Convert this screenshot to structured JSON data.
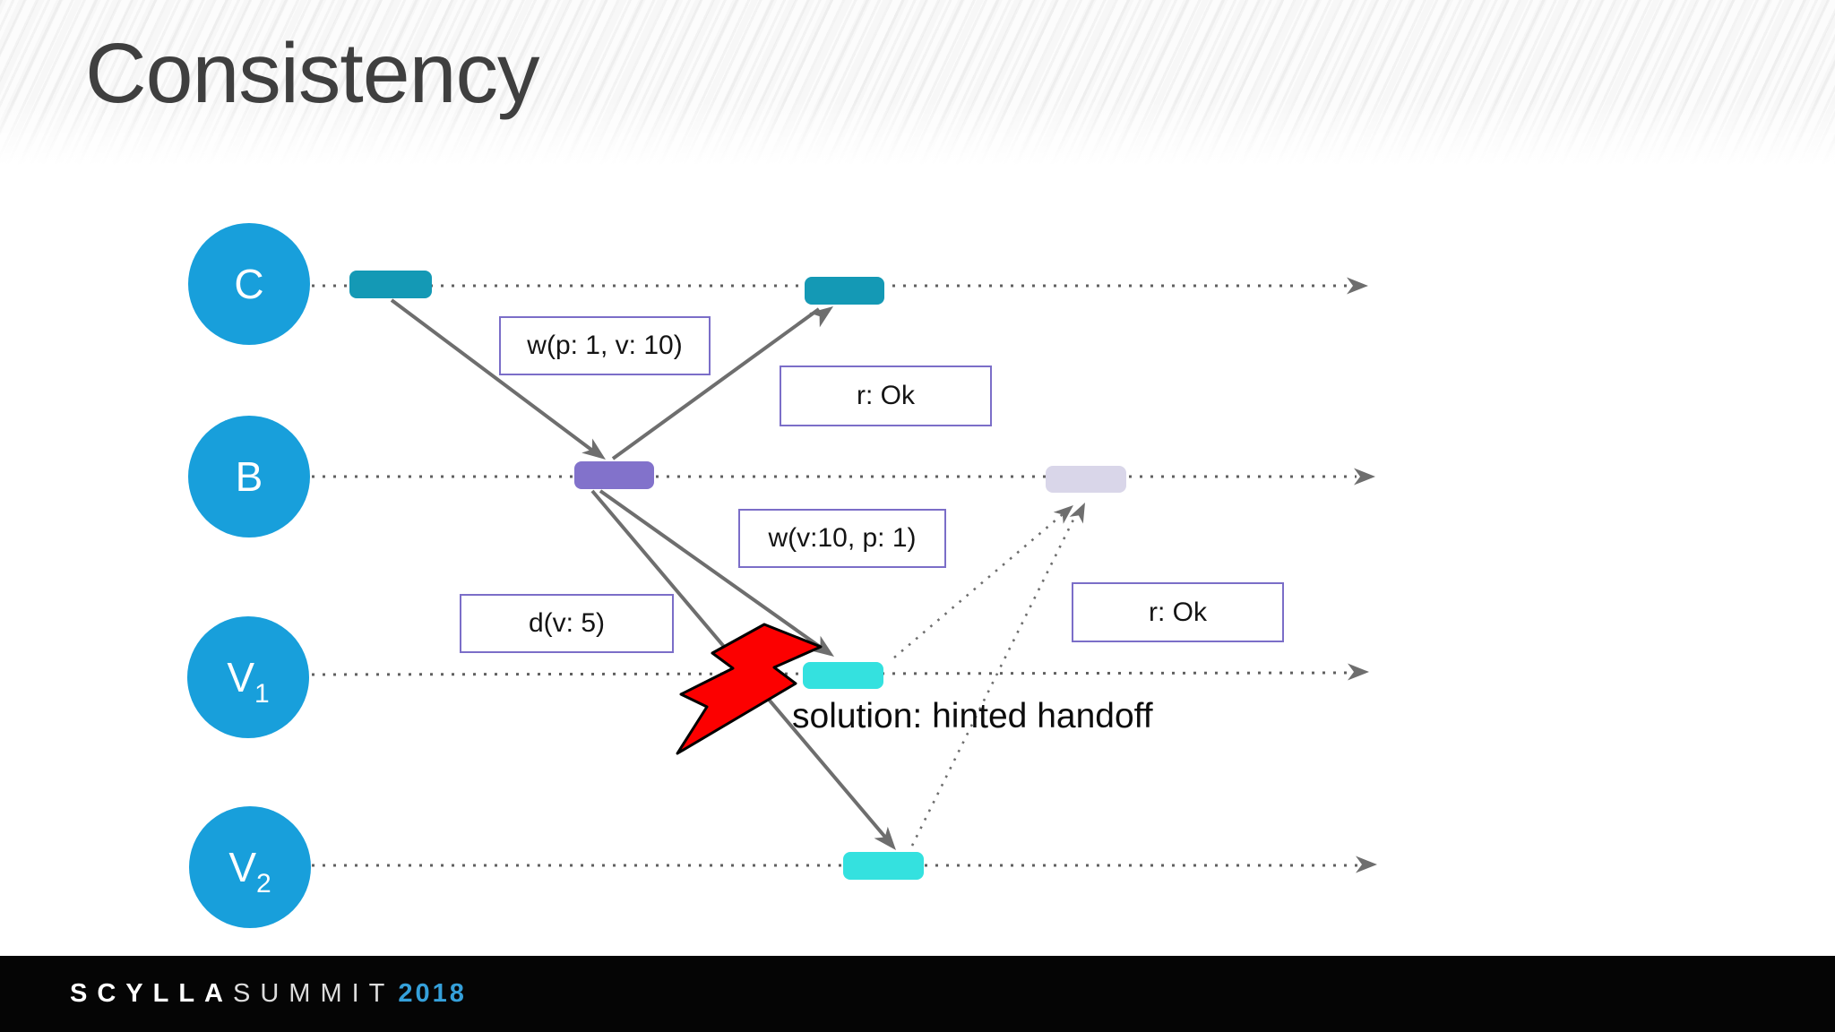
{
  "slide": {
    "title": "Consistency",
    "nodes": [
      {
        "id": "C",
        "label": "C",
        "sub": ""
      },
      {
        "id": "B",
        "label": "B",
        "sub": ""
      },
      {
        "id": "V1",
        "label": "V",
        "sub": "1"
      },
      {
        "id": "V2",
        "label": "V",
        "sub": "2"
      }
    ],
    "labels": {
      "write_client_to_b": "w(p: 1, v: 10)",
      "read_ok_to_client": "r: Ok",
      "write_b_to_v1": "w(v:10, p: 1)",
      "delete_v": "d(v: 5)",
      "read_ok_to_b": "r: Ok",
      "solution": "solution: hinted handoff"
    },
    "footer": {
      "scylla": "SCYLLA",
      "summit": "SUMMIT",
      "year": "2018"
    },
    "colors": {
      "node_blue": "#189fdb",
      "event_teal": "#1499b5",
      "event_purple": "#8272cb",
      "event_lavender": "#d9d6e9",
      "event_cyan": "#34e1df",
      "box_border": "#7b6ec8",
      "line_gray": "#6e6e6e",
      "bolt_red": "#fc0000",
      "year_blue": "#35a0da",
      "title_gray": "#3f3f3f"
    }
  }
}
